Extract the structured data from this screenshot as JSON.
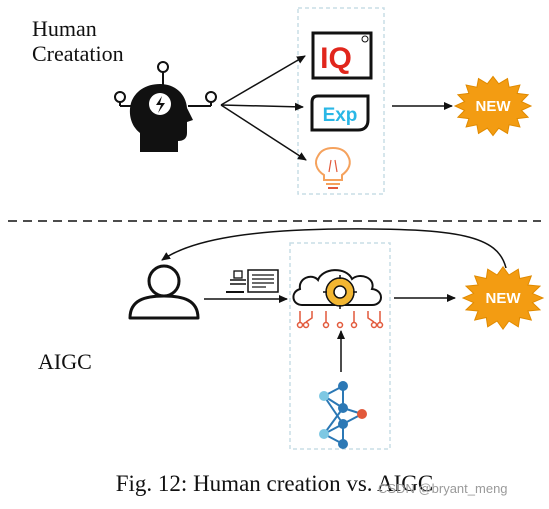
{
  "top_section": {
    "title_line1": "Human",
    "title_line2": "Creatation",
    "iq_logo_text": "IQ",
    "exp_badge_text": "Exp",
    "new_badge_text": "NEW"
  },
  "bottom_section": {
    "label": "AIGC",
    "new_badge_text": "NEW"
  },
  "caption": "Fig. 12: Human creation vs. AIGC",
  "watermark": "CSDN @bryant_meng",
  "colors": {
    "dashed_box": "#c8dde6",
    "badge_orange": "#f39c12",
    "badge_text": "#ffffff",
    "bulb_orange": "#f5a25d",
    "exp_blue": "#2ab7e6",
    "iq_red": "#e1261c",
    "network_blue_light": "#7ec8e3",
    "network_blue_dark": "#2b78b5",
    "network_red": "#e2593b",
    "gear_gold": "#f2b632"
  }
}
